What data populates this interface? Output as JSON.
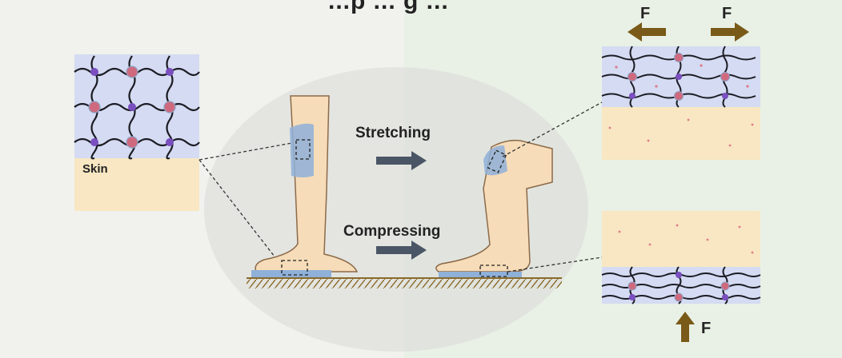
{
  "title_fragment": "...p ... g ...",
  "labels": {
    "skin": "Skin",
    "stretching": "Stretching",
    "compressing": "Compressing",
    "force_top_left": "F",
    "force_top_right": "F",
    "force_bottom": "F"
  },
  "colors": {
    "hydrogel_blue": "#d4dbf2",
    "skin_tone": "#f8e7c2",
    "leg_tone": "#f6dcb8",
    "patch_blue": "#8fb0d8",
    "node_purple": "#7a4fc0",
    "crosslinker_pink": "#cf6a7e",
    "arrow_gray": "#4a5565",
    "force_arrow": "#7a5a18",
    "ground_brown": "#8a6a2a"
  }
}
